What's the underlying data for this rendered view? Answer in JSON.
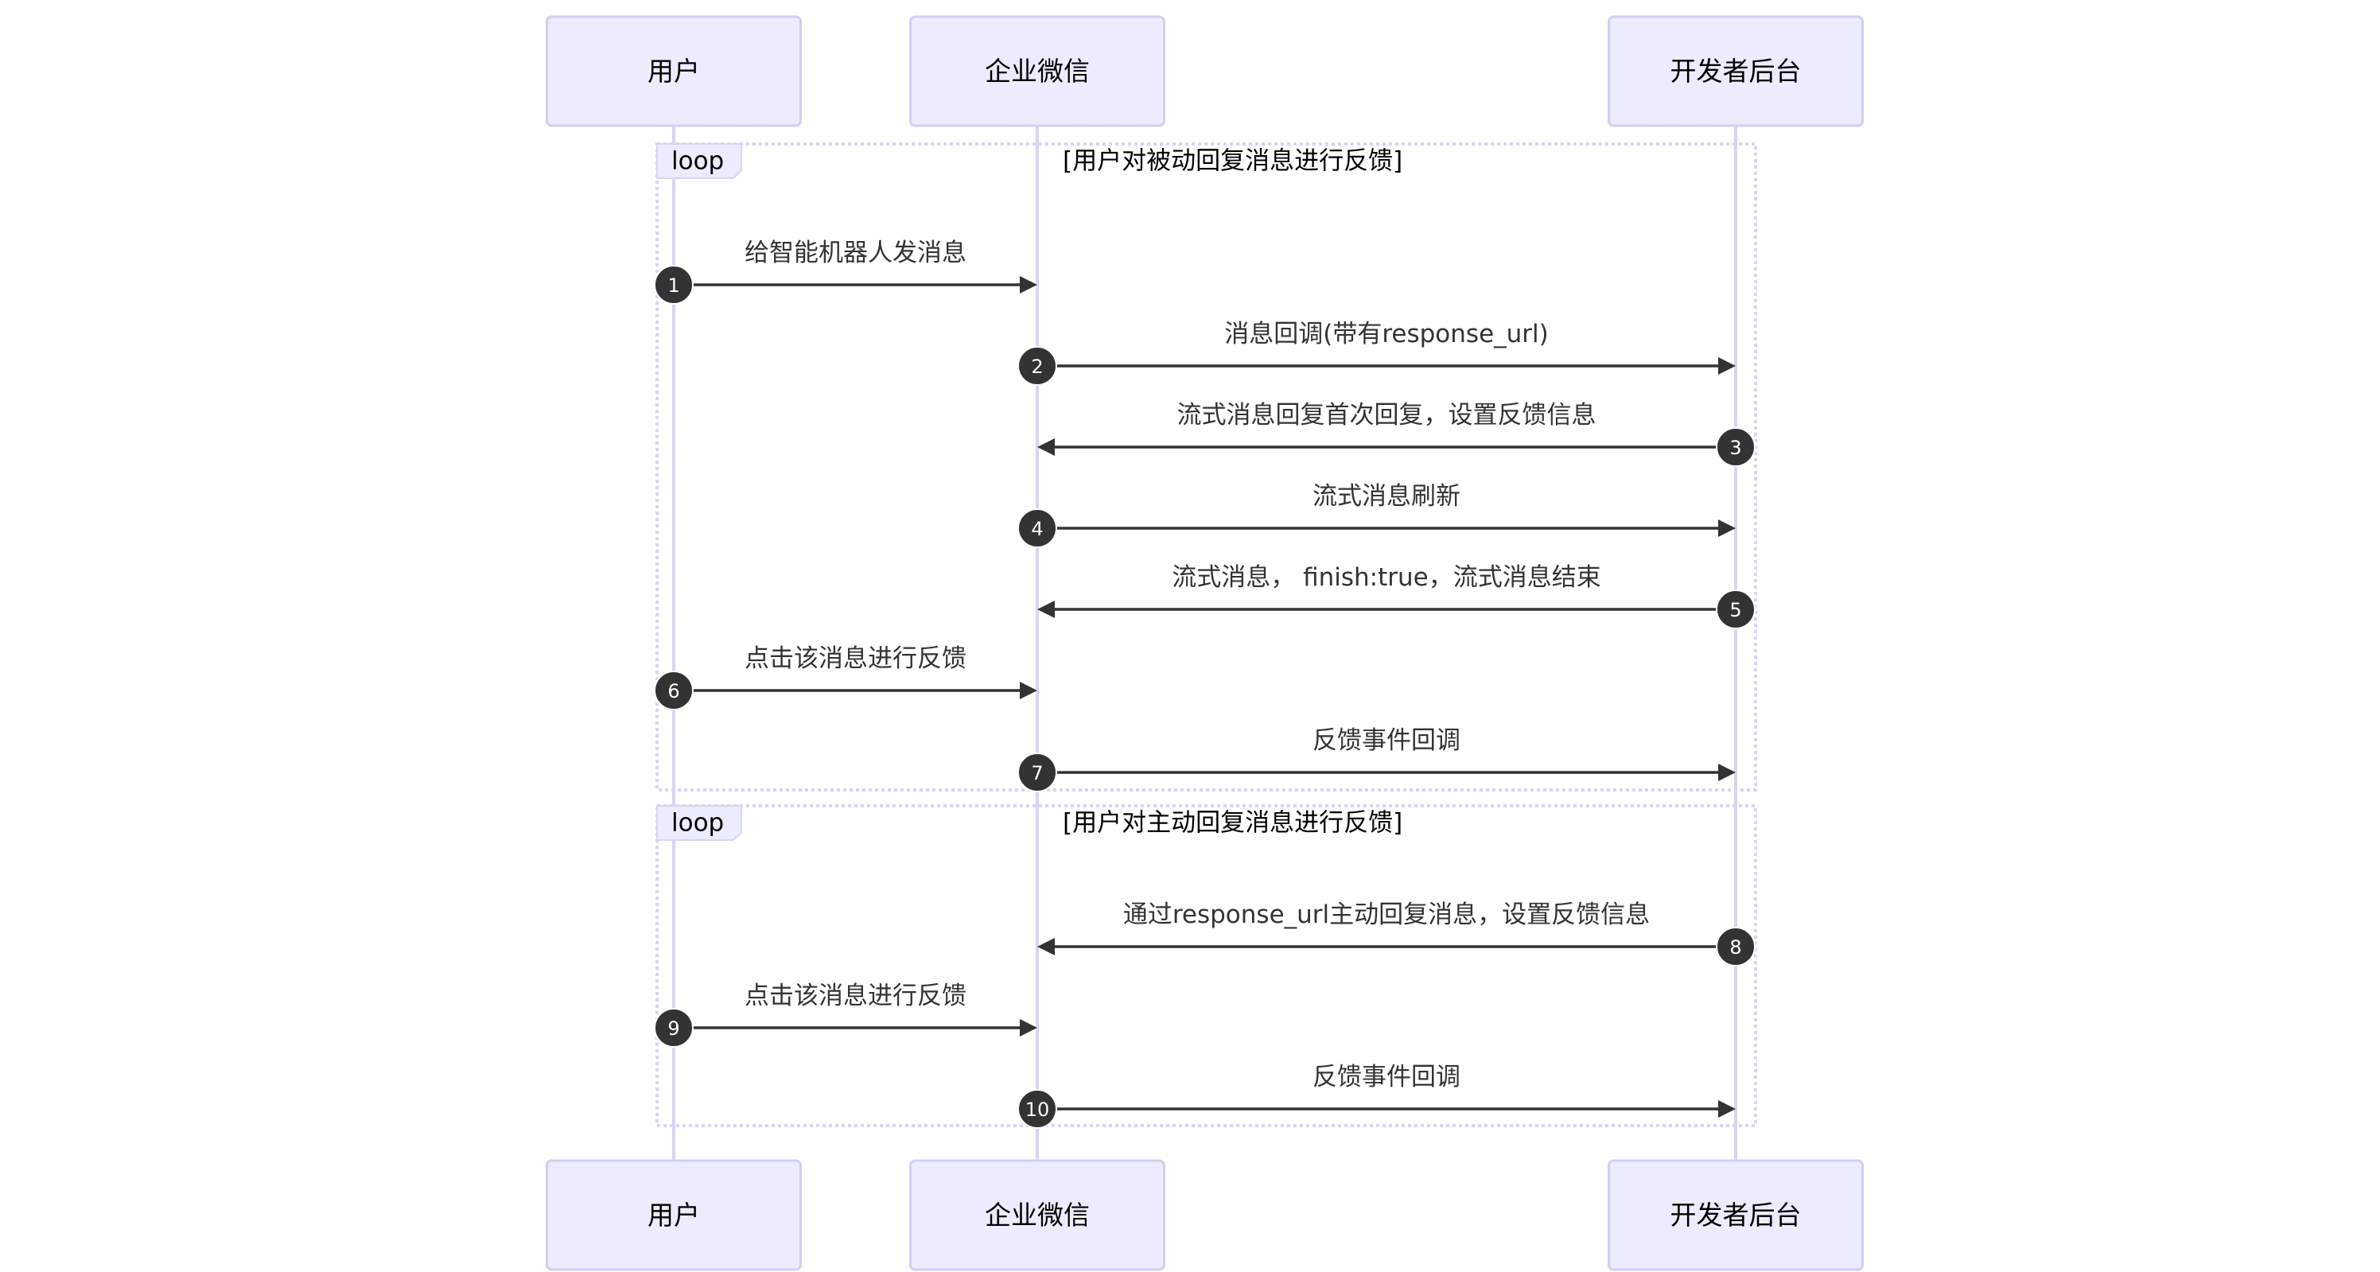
{
  "diagram": {
    "type": "sequence",
    "actors": [
      {
        "id": "user",
        "label": "用户"
      },
      {
        "id": "wecom",
        "label": "企业微信"
      },
      {
        "id": "dev",
        "label": "开发者后台"
      }
    ],
    "loops": [
      {
        "label": "loop",
        "condition": "[用户对被动回复消息进行反馈]",
        "messages": [
          1,
          2,
          3,
          4,
          5,
          6,
          7
        ]
      },
      {
        "label": "loop",
        "condition": "[用户对主动回复消息进行反馈]",
        "messages": [
          8,
          9,
          10
        ]
      }
    ],
    "messages": [
      {
        "seq": "1",
        "from": "user",
        "to": "wecom",
        "text": "给智能机器人发消息"
      },
      {
        "seq": "2",
        "from": "wecom",
        "to": "dev",
        "text": "消息回调(带有response_url)"
      },
      {
        "seq": "3",
        "from": "dev",
        "to": "wecom",
        "text": "流式消息回复首次回复，设置反馈信息"
      },
      {
        "seq": "4",
        "from": "wecom",
        "to": "dev",
        "text": "流式消息刷新"
      },
      {
        "seq": "5",
        "from": "dev",
        "to": "wecom",
        "text": "流式消息， finish:true，流式消息结束"
      },
      {
        "seq": "6",
        "from": "user",
        "to": "wecom",
        "text": "点击该消息进行反馈"
      },
      {
        "seq": "7",
        "from": "wecom",
        "to": "dev",
        "text": "反馈事件回调"
      },
      {
        "seq": "8",
        "from": "dev",
        "to": "wecom",
        "text": "通过response_url主动回复消息，设置反馈信息"
      },
      {
        "seq": "9",
        "from": "user",
        "to": "wecom",
        "text": "点击该消息进行反馈"
      },
      {
        "seq": "10",
        "from": "wecom",
        "to": "dev",
        "text": "反馈事件回调"
      }
    ],
    "colors": {
      "actor_fill": "#ECECFF",
      "actor_border": "#d3cff2",
      "lifeline": "#d8d4f2",
      "message": "#333333",
      "seq_badge": "#333333"
    }
  }
}
